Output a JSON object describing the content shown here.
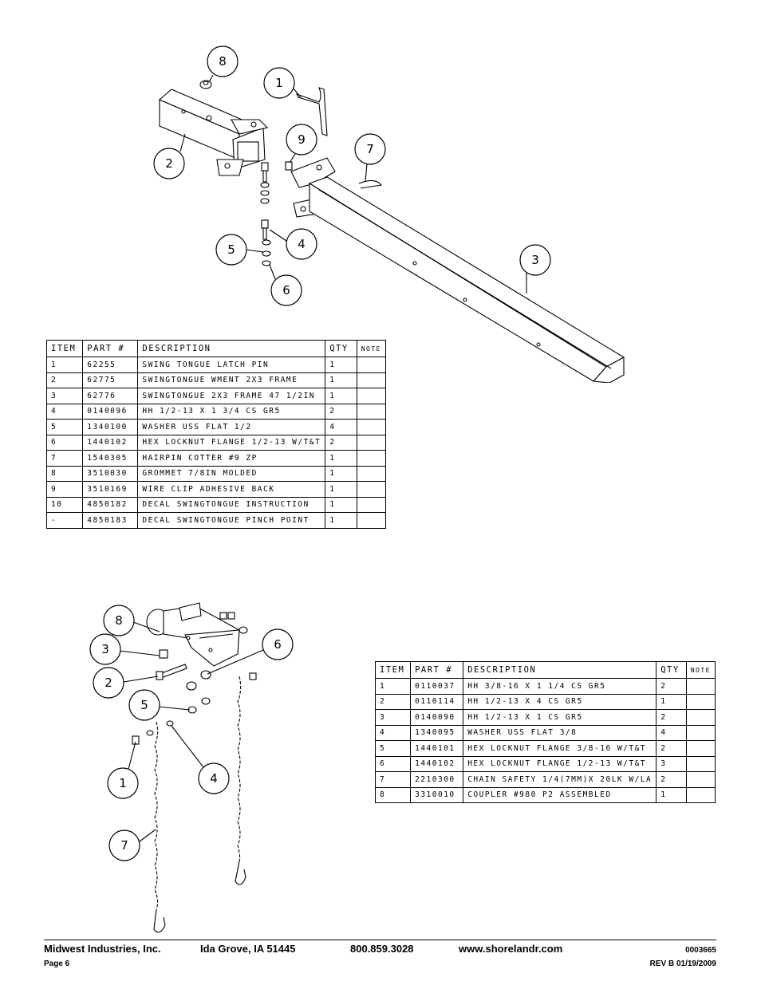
{
  "table1": {
    "headers": [
      "ITEM",
      "PART #",
      "DESCRIPTION",
      "QTY",
      "NOTE"
    ],
    "rows": [
      [
        "1",
        "62255",
        "SWING TONGUE LATCH PIN",
        "1",
        ""
      ],
      [
        "2",
        "62775",
        "SWINGTONGUE WMENT 2X3 FRAME",
        "1",
        ""
      ],
      [
        "3",
        "62776",
        "SWINGTONGUE 2X3 FRAME 47 1/2IN",
        "1",
        ""
      ],
      [
        "4",
        "0140096",
        "HH 1/2-13 X 1 3/4 CS GR5",
        "2",
        ""
      ],
      [
        "5",
        "1340100",
        "WASHER USS FLAT 1/2",
        "4",
        ""
      ],
      [
        "6",
        "1440102",
        "HEX LOCKNUT FLANGE 1/2-13 W/T&T",
        "2",
        ""
      ],
      [
        "7",
        "1540305",
        "HAIRPIN COTTER #9 ZP",
        "1",
        ""
      ],
      [
        "8",
        "3510030",
        "GROMMET  7/8IN MOLDED",
        "1",
        ""
      ],
      [
        "9",
        "3510169",
        "WIRE CLIP  ADHESIVE BACK",
        "1",
        ""
      ],
      [
        "10",
        "4850182",
        "DECAL SWINGTONGUE INSTRUCTION",
        "1",
        ""
      ],
      [
        "-",
        "4850183",
        "DECAL SWINGTONGUE PINCH POINT",
        "1",
        ""
      ]
    ]
  },
  "table2": {
    "headers": [
      "ITEM",
      "PART #",
      "DESCRIPTION",
      "QTY",
      "NOTE"
    ],
    "rows": [
      [
        "1",
        "0110037",
        "HH 3/8-16 X 1 1/4 CS GR5",
        "2",
        ""
      ],
      [
        "2",
        "0110114",
        "HH 1/2-13 X 4 CS GR5",
        "1",
        ""
      ],
      [
        "3",
        "0140090",
        "HH 1/2-13 X 1 CS GR5",
        "2",
        ""
      ],
      [
        "4",
        "1340095",
        "WASHER USS FLAT 3/8",
        "4",
        ""
      ],
      [
        "5",
        "1440101",
        "HEX LOCKNUT FLANGE 3/8-16 W/T&T",
        "2",
        ""
      ],
      [
        "6",
        "1440102",
        "HEX LOCKNUT FLANGE 1/2-13 W/T&T",
        "3",
        ""
      ],
      [
        "7",
        "2210300",
        "CHAIN SAFETY 1/4(7MM)X 20LK W/LA",
        "2",
        ""
      ],
      [
        "8",
        "3310010",
        "COUPLER #980 P2 ASSEMBLED",
        "1",
        ""
      ]
    ]
  },
  "callouts1": [
    "8",
    "1",
    "9",
    "7",
    "2",
    "4",
    "5",
    "6",
    "3"
  ],
  "callouts2": [
    "8",
    "3",
    "2",
    "5",
    "1",
    "7",
    "6",
    "4"
  ],
  "footer": {
    "company": "Midwest Industries, Inc.",
    "city": "Ida Grove, IA  51445",
    "phone": "800.859.3028",
    "website": "www.shorelandr.com",
    "doc_number": "0003665",
    "page": "Page 6",
    "revision": "REV B   01/19/2009"
  }
}
